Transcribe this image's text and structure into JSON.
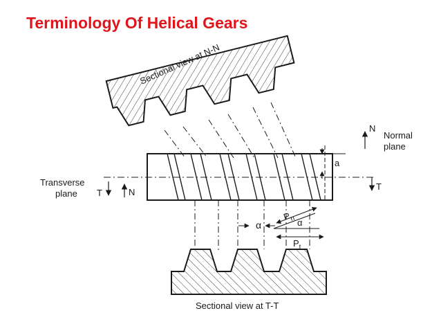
{
  "title": "Terminology Of Helical Gears",
  "colors": {
    "title": "#e0141b",
    "ink": "#1a1a1a",
    "hatch": "#3a3a3a",
    "background": "#ffffff"
  },
  "labels": {
    "sectional_nn": "Sectional view at N-N",
    "sectional_tt": "Sectional view at T-T",
    "normal_plane_1": "Normal",
    "normal_plane_2": "plane",
    "transverse_plane_1": "Transverse",
    "transverse_plane_2": "plane",
    "n_top": "N",
    "n_left": "N",
    "t_left": "T",
    "t_right": "T",
    "a": "a",
    "alpha_1": "α",
    "alpha_2": "α",
    "pn_main": "P",
    "pn_sub": "n",
    "pt_main": "P",
    "pt_sub": "t"
  }
}
